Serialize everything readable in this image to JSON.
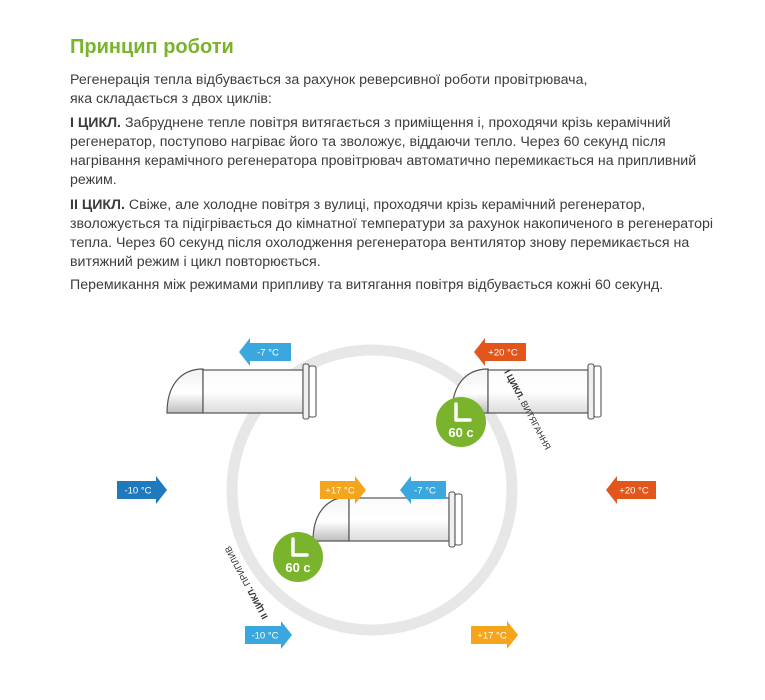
{
  "title": "Принцип роботи",
  "intro_line1": "Регенерація тепла відбувається за рахунок реверсивної роботи провітрювача,",
  "intro_line2": "яка складається з двох циклів:",
  "cycle1_label": "I ЦИКЛ.",
  "cycle1_text": " Забруднене тепле повітря витягається з приміщення і, проходячи крізь керамічний регенератор, поступово нагріває його та зволожує, віддаючи тепло. Через 60 секунд після нагрівання керамічного регенератора провітрювач автоматично перемикається на припливний режим.",
  "cycle2_label": "II ЦИКЛ.",
  "cycle2_text": " Свіже, але холодне повітря з вулиці, проходячи крізь керамічний регенератор, зволожується та підігрівається до кімнатної температури за рахунок накопиченого в регенераторі тепла. Через 60 секунд після охолодження регенератора вентилятор знову перемикається на витяжний режим і цикл повторюється.",
  "summary": "Перемикання між режимами припливу та витягання повітря відбувається кожні 60 секунд.",
  "diagram": {
    "cycle1": {
      "bold": "I ЦИКЛ.",
      "rest": " ВИТЯГАННЯ"
    },
    "cycle2": {
      "bold": "II ЦИКЛ.",
      "rest": " ПРИПЛИВ"
    },
    "timer1": "60 с",
    "timer2": "60 с",
    "top_left": "-7 °C",
    "top_right": "+20 °C",
    "left_left": "-10 °C",
    "left_right": "+17 °C",
    "right_left": "-7 °C",
    "right_right": "+20 °C",
    "bottom_left": "-10 °C",
    "bottom_right": "+17 °C"
  },
  "colors": {
    "green": "#7ab42c",
    "blue_light": "#3aa8de",
    "blue_dark": "#1f79bd",
    "orange_red": "#e2561c",
    "orange_yellow": "#f4a51c",
    "ring": "#e7e7e7"
  }
}
